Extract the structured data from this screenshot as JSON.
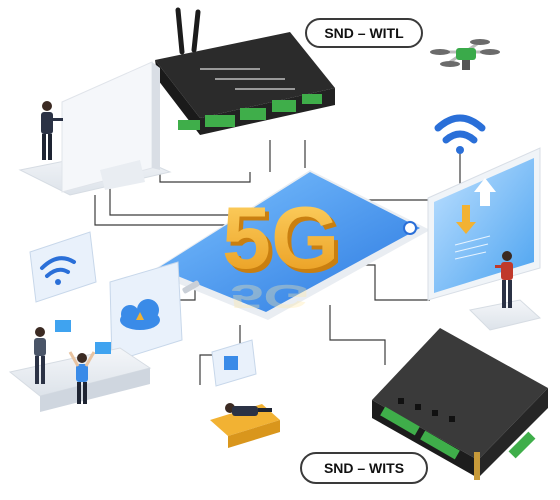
{
  "labels": {
    "device_top": "SND – WITL",
    "device_bottom": "SND – WITS",
    "center_text": "5G"
  },
  "colors": {
    "tablet_blue": "#3f8fe8",
    "gold": "#f2b233",
    "device_black": "#2a2a2a",
    "terminal_green": "#3fae4a",
    "wifi_blue": "#2a6fd8",
    "shirt_red": "#c0392b"
  }
}
